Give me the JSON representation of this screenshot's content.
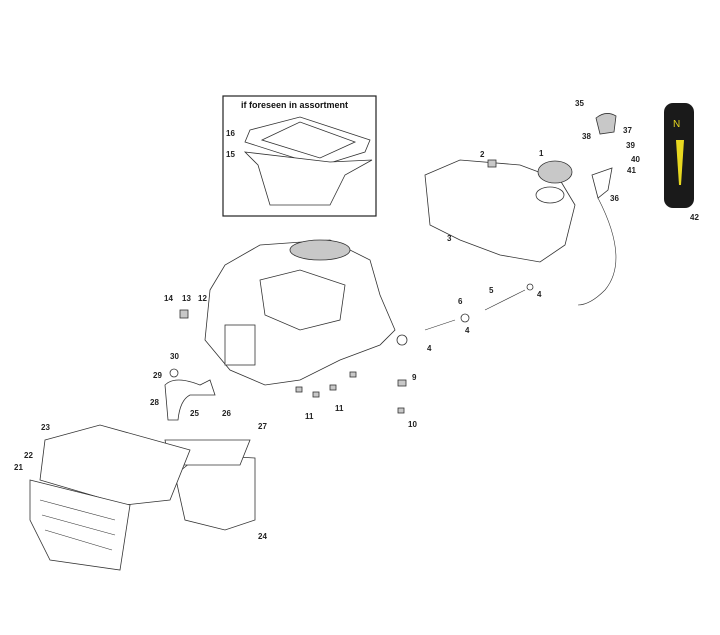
{
  "diagram": {
    "inset_title": "if foreseen in assortment",
    "labels": [
      "1",
      "2",
      "3",
      "4",
      "4",
      "4",
      "5",
      "6",
      "9",
      "10",
      "11",
      "11",
      "12",
      "13",
      "14",
      "15",
      "16",
      "21",
      "22",
      "23",
      "24",
      "25",
      "26",
      "27",
      "28",
      "29",
      "30",
      "35",
      "36",
      "37",
      "38",
      "39",
      "40",
      "41",
      "42"
    ],
    "decal": {
      "letter": "N",
      "color_bg": "#1a1a1a",
      "color_fg": "#e8d820"
    }
  }
}
